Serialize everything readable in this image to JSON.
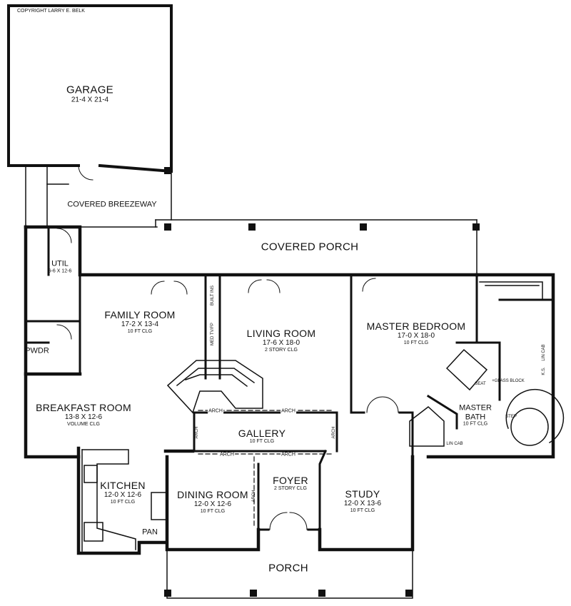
{
  "copyright": "COPYRIGHT LARRY E. BELK",
  "rooms": {
    "garage": {
      "name": "GARAGE",
      "dims": "21-4 X 21-4"
    },
    "breezeway": {
      "name": "COVERED BREEZEWAY"
    },
    "covered_porch": {
      "name": "COVERED PORCH"
    },
    "util": {
      "name": "UTIL",
      "dims": "6-6 X 12-6"
    },
    "pwdr": {
      "name": "PWDR"
    },
    "family": {
      "name": "FAMILY ROOM",
      "dims": "17-2 X 13-4",
      "clg": "10 FT CLG"
    },
    "living": {
      "name": "LIVING ROOM",
      "dims": "17-6 X 18-0",
      "clg": "2 STORY CLG"
    },
    "master_bed": {
      "name": "MASTER BEDROOM",
      "dims": "17-0 X 18-0",
      "clg": "10 FT CLG"
    },
    "master_bath": {
      "name": "MASTER",
      "name2": "BATH",
      "clg": "10 FT CLG"
    },
    "breakfast": {
      "name": "BREAKFAST ROOM",
      "dims": "13-8 X 12-6",
      "clg": "VOLUME CLG"
    },
    "gallery": {
      "name": "GALLERY",
      "clg": "10 FT CLG"
    },
    "kitchen": {
      "name": "KITCHEN",
      "dims": "12-0 X 12-6",
      "clg": "10 FT CLG"
    },
    "dining": {
      "name": "DINING ROOM",
      "dims": "12-0 X 12-6",
      "clg": "10 FT CLG"
    },
    "foyer": {
      "name": "FOYER",
      "clg": "2 STORY CLG"
    },
    "study": {
      "name": "STUDY",
      "dims": "12-0 X 13-6",
      "clg": "10 FT CLG"
    },
    "porch": {
      "name": "PORCH"
    },
    "pan": {
      "name": "PAN"
    }
  },
  "small_labels": {
    "built_ins": "BUILT INS",
    "media": "MED TV/FP",
    "arch": "ARCH",
    "glass_block": "+GLASS BLOCK",
    "seat": "SEAT",
    "step": "STEP",
    "ks": "K.S.",
    "lin_cab": "LIN CAB"
  }
}
